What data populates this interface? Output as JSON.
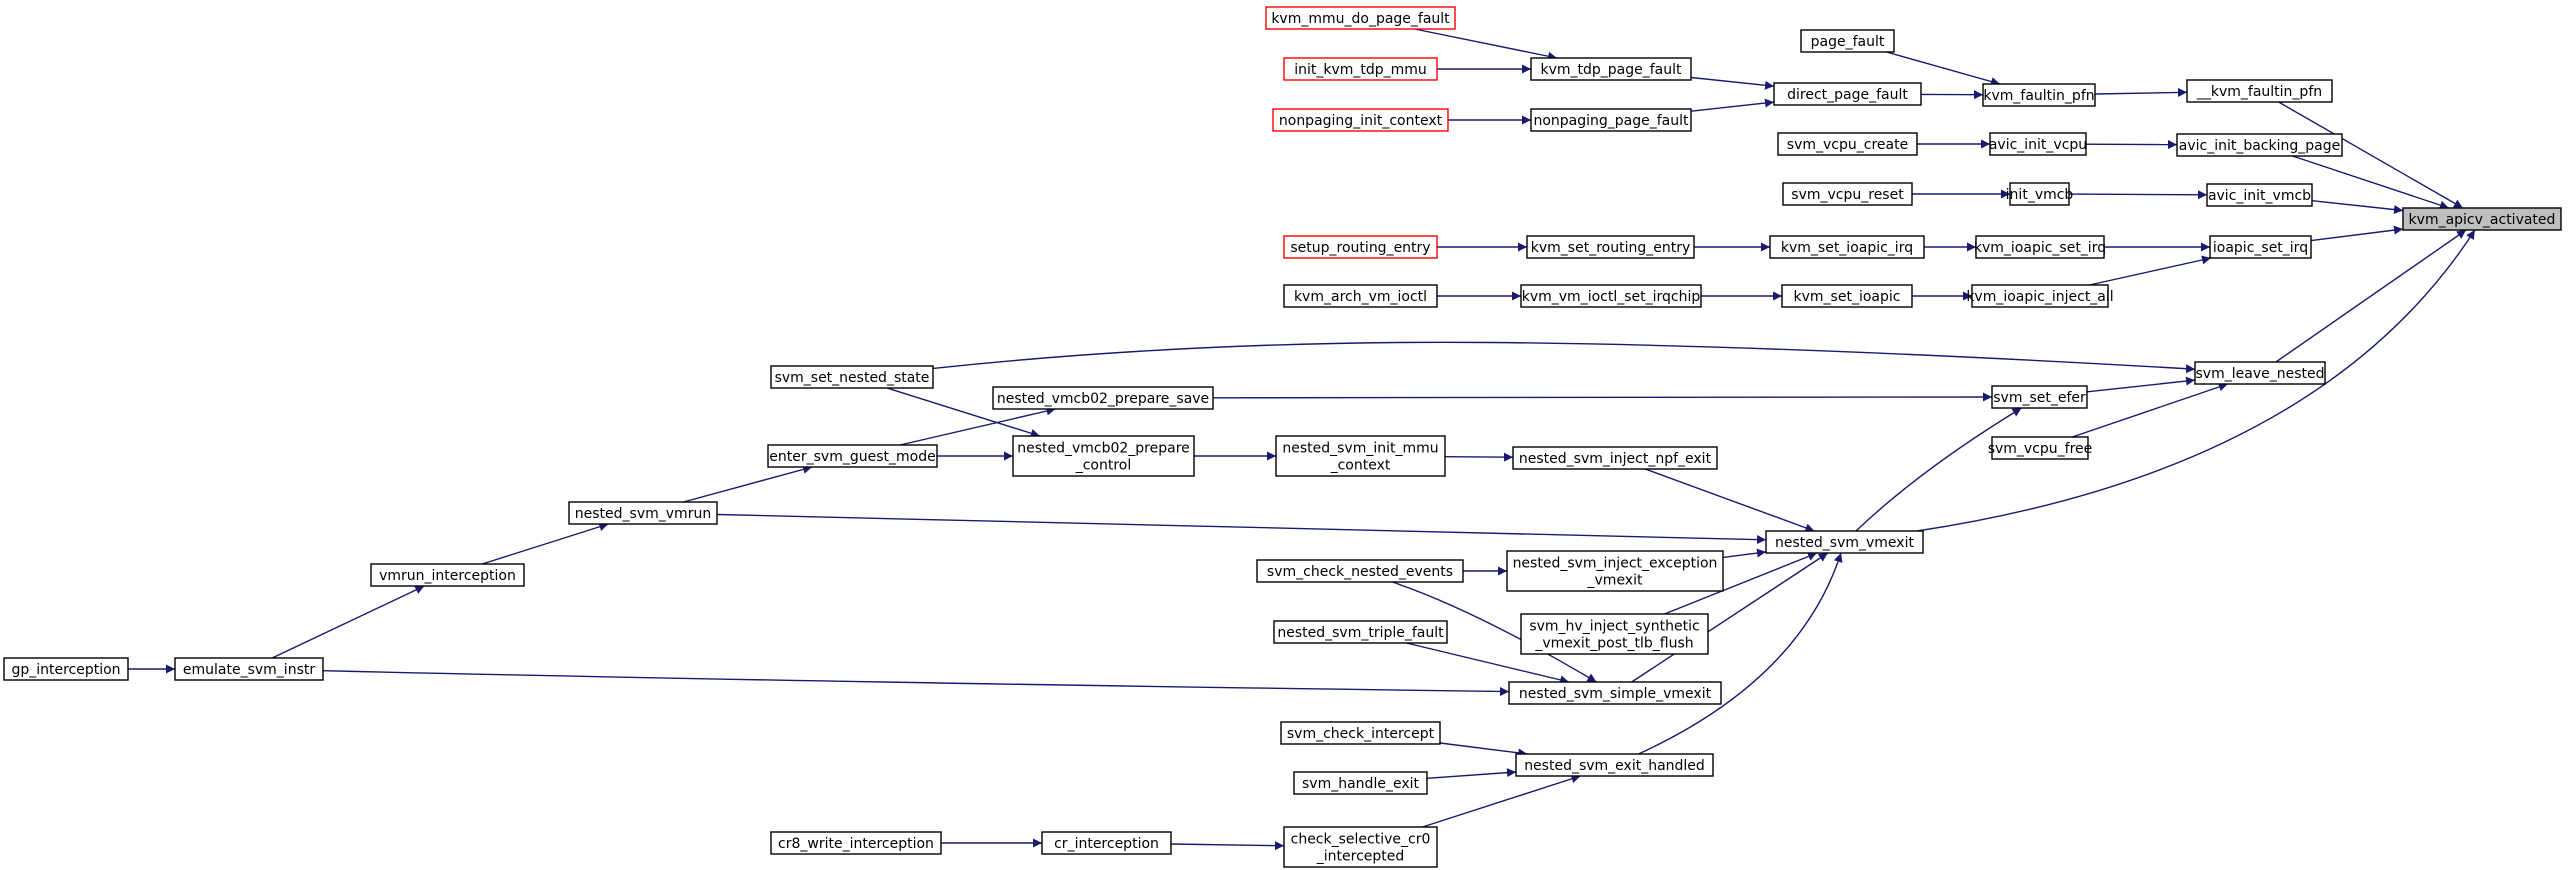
{
  "colors": {
    "edge": "#191970",
    "box_border": "#000000",
    "box_border_truncated": "#ff0000",
    "root_fill": "#bfbfbf",
    "background": "#ffffff"
  },
  "nodes": [
    {
      "id": "kvm_apicv_activated",
      "lines": [
        "kvm_apicv_activated"
      ],
      "style": "root"
    },
    {
      "id": "__kvm_faultin_pfn",
      "lines": [
        "__kvm_faultin_pfn"
      ],
      "style": "normal"
    },
    {
      "id": "avic_init_backing_page",
      "lines": [
        "avic_init_backing_page"
      ],
      "style": "normal"
    },
    {
      "id": "avic_init_vmcb",
      "lines": [
        "avic_init_vmcb"
      ],
      "style": "normal"
    },
    {
      "id": "ioapic_set_irq",
      "lines": [
        "ioapic_set_irq"
      ],
      "style": "normal"
    },
    {
      "id": "svm_leave_nested",
      "lines": [
        "svm_leave_nested"
      ],
      "style": "normal"
    },
    {
      "id": "nested_svm_vmexit",
      "lines": [
        "nested_svm_vmexit"
      ],
      "style": "normal"
    },
    {
      "id": "kvm_faultin_pfn",
      "lines": [
        "kvm_faultin_pfn"
      ],
      "style": "normal"
    },
    {
      "id": "avic_init_vcpu",
      "lines": [
        "avic_init_vcpu"
      ],
      "style": "normal"
    },
    {
      "id": "init_vmcb",
      "lines": [
        "init_vmcb"
      ],
      "style": "normal"
    },
    {
      "id": "kvm_ioapic_set_irq",
      "lines": [
        "kvm_ioapic_set_irq"
      ],
      "style": "normal"
    },
    {
      "id": "kvm_ioapic_inject_all",
      "lines": [
        "kvm_ioapic_inject_all"
      ],
      "style": "normal"
    },
    {
      "id": "svm_set_efer",
      "lines": [
        "svm_set_efer"
      ],
      "style": "normal"
    },
    {
      "id": "svm_vcpu_free",
      "lines": [
        "svm_vcpu_free"
      ],
      "style": "normal"
    },
    {
      "id": "page_fault",
      "lines": [
        "page_fault"
      ],
      "style": "normal"
    },
    {
      "id": "direct_page_fault",
      "lines": [
        "direct_page_fault"
      ],
      "style": "normal"
    },
    {
      "id": "svm_vcpu_create",
      "lines": [
        "svm_vcpu_create"
      ],
      "style": "normal"
    },
    {
      "id": "svm_vcpu_reset",
      "lines": [
        "svm_vcpu_reset"
      ],
      "style": "normal"
    },
    {
      "id": "kvm_set_ioapic_irq",
      "lines": [
        "kvm_set_ioapic_irq"
      ],
      "style": "normal"
    },
    {
      "id": "kvm_set_ioapic",
      "lines": [
        "kvm_set_ioapic"
      ],
      "style": "normal"
    },
    {
      "id": "nested_svm_inject_npf_exit",
      "lines": [
        "nested_svm_inject_npf_exit"
      ],
      "style": "normal"
    },
    {
      "id": "nested_svm_inject_exception_vmexit",
      "lines": [
        "nested_svm_inject_exception",
        "_vmexit"
      ],
      "style": "normal"
    },
    {
      "id": "svm_hv_inject_synthetic_vmexit_post_tlb_flush",
      "lines": [
        "svm_hv_inject_synthetic",
        "_vmexit_post_tlb_flush"
      ],
      "style": "normal"
    },
    {
      "id": "nested_svm_simple_vmexit",
      "lines": [
        "nested_svm_simple_vmexit"
      ],
      "style": "normal"
    },
    {
      "id": "nested_svm_exit_handled",
      "lines": [
        "nested_svm_exit_handled"
      ],
      "style": "normal"
    },
    {
      "id": "kvm_tdp_page_fault",
      "lines": [
        "kvm_tdp_page_fault"
      ],
      "style": "normal"
    },
    {
      "id": "nonpaging_page_fault",
      "lines": [
        "nonpaging_page_fault"
      ],
      "style": "normal"
    },
    {
      "id": "kvm_set_routing_entry",
      "lines": [
        "kvm_set_routing_entry"
      ],
      "style": "normal"
    },
    {
      "id": "kvm_vm_ioctl_set_irqchip",
      "lines": [
        "kvm_vm_ioctl_set_irqchip"
      ],
      "style": "normal"
    },
    {
      "id": "nested_svm_init_mmu_context",
      "lines": [
        "nested_svm_init_mmu",
        "_context"
      ],
      "style": "normal"
    },
    {
      "id": "svm_check_nested_events",
      "lines": [
        "svm_check_nested_events"
      ],
      "style": "normal"
    },
    {
      "id": "nested_svm_triple_fault",
      "lines": [
        "nested_svm_triple_fault"
      ],
      "style": "normal"
    },
    {
      "id": "svm_check_intercept",
      "lines": [
        "svm_check_intercept"
      ],
      "style": "normal"
    },
    {
      "id": "svm_handle_exit",
      "lines": [
        "svm_handle_exit"
      ],
      "style": "normal"
    },
    {
      "id": "check_selective_cr0_intercepted",
      "lines": [
        "check_selective_cr0",
        "_intercepted"
      ],
      "style": "normal"
    },
    {
      "id": "kvm_mmu_do_page_fault",
      "lines": [
        "kvm_mmu_do_page_fault"
      ],
      "style": "truncated"
    },
    {
      "id": "init_kvm_tdp_mmu",
      "lines": [
        "init_kvm_tdp_mmu"
      ],
      "style": "truncated"
    },
    {
      "id": "nonpaging_init_context",
      "lines": [
        "nonpaging_init_context"
      ],
      "style": "truncated"
    },
    {
      "id": "setup_routing_entry",
      "lines": [
        "setup_routing_entry"
      ],
      "style": "truncated"
    },
    {
      "id": "kvm_arch_vm_ioctl",
      "lines": [
        "kvm_arch_vm_ioctl"
      ],
      "style": "normal"
    },
    {
      "id": "nested_vmcb02_prepare_save",
      "lines": [
        "nested_vmcb02_prepare_save"
      ],
      "style": "normal"
    },
    {
      "id": "nested_vmcb02_prepare_control",
      "lines": [
        "nested_vmcb02_prepare",
        "_control"
      ],
      "style": "normal"
    },
    {
      "id": "svm_set_nested_state",
      "lines": [
        "svm_set_nested_state"
      ],
      "style": "normal"
    },
    {
      "id": "enter_svm_guest_mode",
      "lines": [
        "enter_svm_guest_mode"
      ],
      "style": "normal"
    },
    {
      "id": "nested_svm_vmrun",
      "lines": [
        "nested_svm_vmrun"
      ],
      "style": "normal"
    },
    {
      "id": "vmrun_interception",
      "lines": [
        "vmrun_interception"
      ],
      "style": "normal"
    },
    {
      "id": "emulate_svm_instr",
      "lines": [
        "emulate_svm_instr"
      ],
      "style": "normal"
    },
    {
      "id": "gp_interception",
      "lines": [
        "gp_interception"
      ],
      "style": "normal"
    },
    {
      "id": "cr_interception",
      "lines": [
        "cr_interception"
      ],
      "style": "normal"
    },
    {
      "id": "cr8_write_interception",
      "lines": [
        "cr8_write_interception"
      ],
      "style": "normal"
    }
  ],
  "edges": [
    {
      "from": "__kvm_faultin_pfn",
      "to": "kvm_apicv_activated"
    },
    {
      "from": "avic_init_backing_page",
      "to": "kvm_apicv_activated"
    },
    {
      "from": "avic_init_vmcb",
      "to": "kvm_apicv_activated"
    },
    {
      "from": "ioapic_set_irq",
      "to": "kvm_apicv_activated"
    },
    {
      "from": "svm_leave_nested",
      "to": "kvm_apicv_activated"
    },
    {
      "from": "nested_svm_vmexit",
      "to": "kvm_apicv_activated"
    },
    {
      "from": "kvm_faultin_pfn",
      "to": "__kvm_faultin_pfn"
    },
    {
      "from": "avic_init_vcpu",
      "to": "avic_init_backing_page"
    },
    {
      "from": "init_vmcb",
      "to": "avic_init_vmcb"
    },
    {
      "from": "kvm_ioapic_set_irq",
      "to": "ioapic_set_irq"
    },
    {
      "from": "kvm_ioapic_inject_all",
      "to": "ioapic_set_irq"
    },
    {
      "from": "svm_set_efer",
      "to": "svm_leave_nested"
    },
    {
      "from": "svm_vcpu_free",
      "to": "svm_leave_nested"
    },
    {
      "from": "svm_set_nested_state",
      "to": "svm_leave_nested"
    },
    {
      "from": "page_fault",
      "to": "kvm_faultin_pfn"
    },
    {
      "from": "direct_page_fault",
      "to": "kvm_faultin_pfn"
    },
    {
      "from": "svm_vcpu_create",
      "to": "avic_init_vcpu"
    },
    {
      "from": "svm_vcpu_reset",
      "to": "init_vmcb"
    },
    {
      "from": "kvm_set_ioapic_irq",
      "to": "kvm_ioapic_set_irq"
    },
    {
      "from": "kvm_set_ioapic",
      "to": "kvm_ioapic_inject_all"
    },
    {
      "from": "nested_vmcb02_prepare_save",
      "to": "svm_set_efer"
    },
    {
      "from": "nested_svm_vmexit",
      "to": "svm_set_efer"
    },
    {
      "from": "nested_svm_inject_npf_exit",
      "to": "nested_svm_vmexit"
    },
    {
      "from": "nested_svm_vmrun",
      "to": "nested_svm_vmexit"
    },
    {
      "from": "nested_svm_inject_exception_vmexit",
      "to": "nested_svm_vmexit"
    },
    {
      "from": "svm_hv_inject_synthetic_vmexit_post_tlb_flush",
      "to": "nested_svm_vmexit"
    },
    {
      "from": "nested_svm_simple_vmexit",
      "to": "nested_svm_vmexit"
    },
    {
      "from": "nested_svm_exit_handled",
      "to": "nested_svm_vmexit"
    },
    {
      "from": "kvm_tdp_page_fault",
      "to": "direct_page_fault"
    },
    {
      "from": "nonpaging_page_fault",
      "to": "direct_page_fault"
    },
    {
      "from": "kvm_set_routing_entry",
      "to": "kvm_set_ioapic_irq"
    },
    {
      "from": "kvm_vm_ioctl_set_irqchip",
      "to": "kvm_set_ioapic"
    },
    {
      "from": "nested_svm_init_mmu_context",
      "to": "nested_svm_inject_npf_exit"
    },
    {
      "from": "svm_check_nested_events",
      "to": "nested_svm_inject_exception_vmexit"
    },
    {
      "from": "svm_check_nested_events",
      "to": "nested_svm_simple_vmexit"
    },
    {
      "from": "nested_svm_triple_fault",
      "to": "nested_svm_simple_vmexit"
    },
    {
      "from": "emulate_svm_instr",
      "to": "nested_svm_simple_vmexit"
    },
    {
      "from": "svm_check_intercept",
      "to": "nested_svm_exit_handled"
    },
    {
      "from": "svm_handle_exit",
      "to": "nested_svm_exit_handled"
    },
    {
      "from": "check_selective_cr0_intercepted",
      "to": "nested_svm_exit_handled"
    },
    {
      "from": "kvm_mmu_do_page_fault",
      "to": "kvm_tdp_page_fault"
    },
    {
      "from": "init_kvm_tdp_mmu",
      "to": "kvm_tdp_page_fault"
    },
    {
      "from": "nonpaging_init_context",
      "to": "nonpaging_page_fault"
    },
    {
      "from": "setup_routing_entry",
      "to": "kvm_set_routing_entry"
    },
    {
      "from": "kvm_arch_vm_ioctl",
      "to": "kvm_vm_ioctl_set_irqchip"
    },
    {
      "from": "nested_vmcb02_prepare_control",
      "to": "nested_svm_init_mmu_context"
    },
    {
      "from": "enter_svm_guest_mode",
      "to": "nested_vmcb02_prepare_save"
    },
    {
      "from": "enter_svm_guest_mode",
      "to": "nested_vmcb02_prepare_control"
    },
    {
      "from": "svm_set_nested_state",
      "to": "nested_vmcb02_prepare_control"
    },
    {
      "from": "nested_svm_vmrun",
      "to": "enter_svm_guest_mode"
    },
    {
      "from": "vmrun_interception",
      "to": "nested_svm_vmrun"
    },
    {
      "from": "emulate_svm_instr",
      "to": "vmrun_interception"
    },
    {
      "from": "gp_interception",
      "to": "emulate_svm_instr"
    },
    {
      "from": "cr_interception",
      "to": "check_selective_cr0_intercepted"
    },
    {
      "from": "cr8_write_interception",
      "to": "cr_interception"
    }
  ]
}
